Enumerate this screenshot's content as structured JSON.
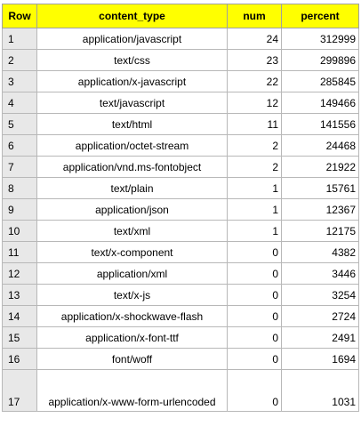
{
  "table": {
    "headers": [
      "Row",
      "content_type",
      "num",
      "percent"
    ],
    "rows": [
      {
        "row": "1",
        "content_type": "application/javascript",
        "num": "24",
        "percent": "312999"
      },
      {
        "row": "2",
        "content_type": "text/css",
        "num": "23",
        "percent": "299896"
      },
      {
        "row": "3",
        "content_type": "application/x-javascript",
        "num": "22",
        "percent": "285845"
      },
      {
        "row": "4",
        "content_type": "text/javascript",
        "num": "12",
        "percent": "149466"
      },
      {
        "row": "5",
        "content_type": "text/html",
        "num": "11",
        "percent": "141556"
      },
      {
        "row": "6",
        "content_type": "application/octet-stream",
        "num": "2",
        "percent": "24468"
      },
      {
        "row": "7",
        "content_type": "application/vnd.ms-fontobject",
        "num": "2",
        "percent": "21922"
      },
      {
        "row": "8",
        "content_type": "text/plain",
        "num": "1",
        "percent": "15761"
      },
      {
        "row": "9",
        "content_type": "application/json",
        "num": "1",
        "percent": "12367"
      },
      {
        "row": "10",
        "content_type": "text/xml",
        "num": "1",
        "percent": "12175"
      },
      {
        "row": "11",
        "content_type": "text/x-component",
        "num": "0",
        "percent": "4382"
      },
      {
        "row": "12",
        "content_type": "application/xml",
        "num": "0",
        "percent": "3446"
      },
      {
        "row": "13",
        "content_type": "text/x-js",
        "num": "0",
        "percent": "3254"
      },
      {
        "row": "14",
        "content_type": "application/x-shockwave-flash",
        "num": "0",
        "percent": "2724"
      },
      {
        "row": "15",
        "content_type": "application/x-font-ttf",
        "num": "0",
        "percent": "2491"
      },
      {
        "row": "16",
        "content_type": "font/woff",
        "num": "0",
        "percent": "1694"
      },
      {
        "row": "17",
        "content_type": "application/x-www-form-urlencoded",
        "num": "0",
        "percent": "1031"
      }
    ]
  },
  "colors": {
    "header_bg": "#ffff00",
    "row_number_bg": "#e8e8e8",
    "grid": "#b8b8b8"
  }
}
